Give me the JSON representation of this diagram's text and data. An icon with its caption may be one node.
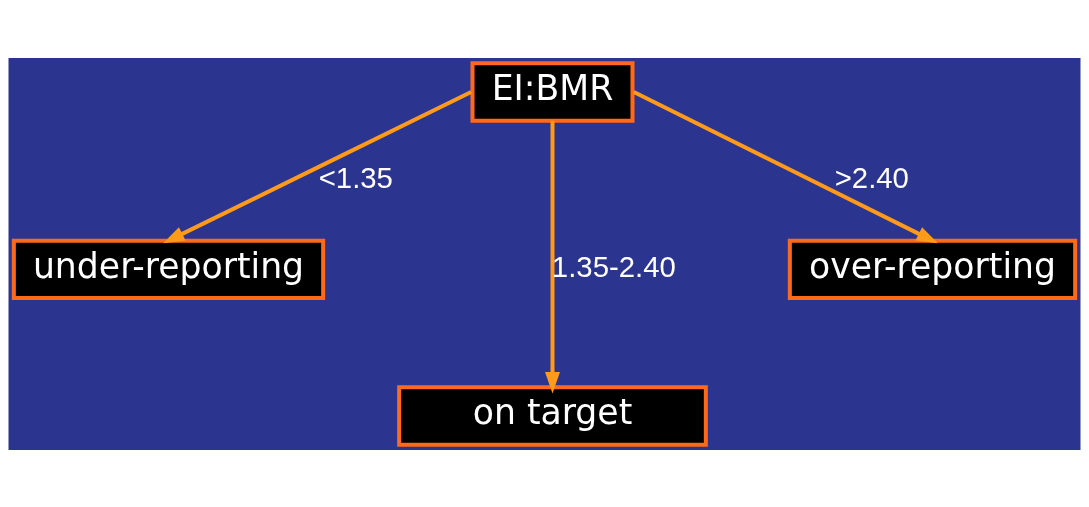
{
  "diagram": {
    "nodes": [
      {
        "text": [
          "EI:BMR"
        ]
      },
      {
        "text": [
          "under-reporting"
        ]
      },
      {
        "text": [
          "over-reporting"
        ]
      },
      {
        "text": [
          "on target"
        ]
      }
    ],
    "edges": [
      {
        "from": 0,
        "to": 1,
        "arrow": "to",
        "label": "<1.35"
      },
      {
        "from": 0,
        "to": 3,
        "arrow": "to",
        "label": "1.35-2.40"
      },
      {
        "from": 0,
        "to": 2,
        "arrow": "to",
        "label": ">2.40"
      }
    ]
  }
}
